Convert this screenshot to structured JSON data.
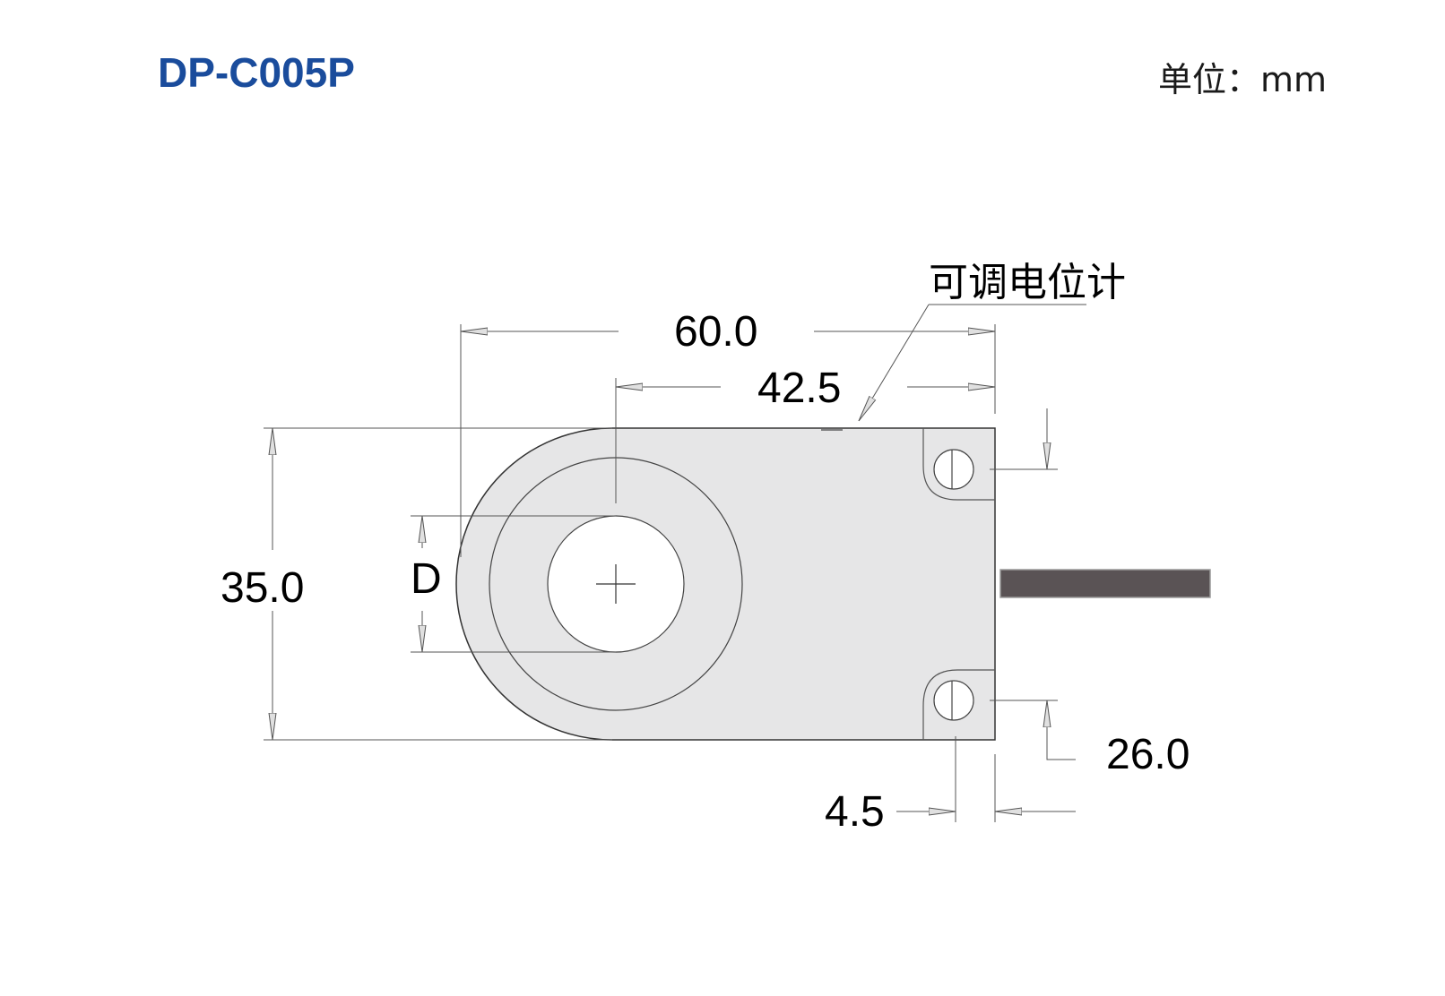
{
  "header": {
    "model": "DP-C005P",
    "unit": "单位：mm"
  },
  "drawing": {
    "dimensions": {
      "overall_length": "60.0",
      "center_to_end": "42.5",
      "height": "35.0",
      "bore_diameter": "D",
      "hole_spacing": "26.0",
      "hole_edge_offset": "4.5"
    },
    "callouts": {
      "potentiometer": "可调电位计"
    }
  },
  "colors": {
    "title": "#1a4c9c",
    "body_fill": "#e6e6e7",
    "cable": "#5a5355",
    "line": "#333333"
  }
}
